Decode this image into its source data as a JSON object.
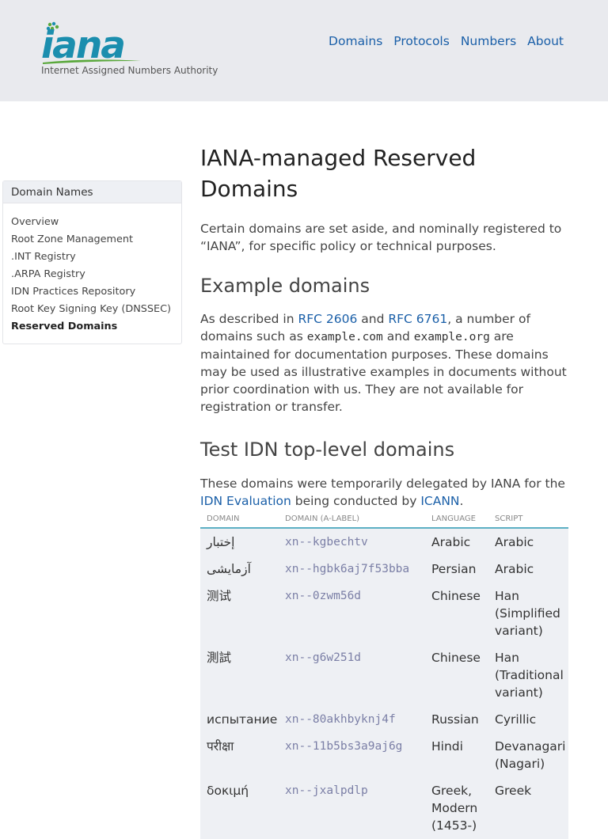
{
  "header": {
    "logo_word": "iana",
    "logo_subtitle": "Internet Assigned Numbers Authority",
    "nav": [
      "Domains",
      "Protocols",
      "Numbers",
      "About"
    ]
  },
  "sidebar": {
    "heading": "Domain Names",
    "items": [
      {
        "label": "Overview",
        "active": false
      },
      {
        "label": "Root Zone Management",
        "active": false
      },
      {
        "label": ".INT Registry",
        "active": false
      },
      {
        "label": ".ARPA Registry",
        "active": false
      },
      {
        "label": "IDN Practices Repository",
        "active": false
      },
      {
        "label": "Root Key Signing Key (DNSSEC)",
        "active": false
      },
      {
        "label": "Reserved Domains",
        "active": true
      }
    ]
  },
  "main": {
    "title": "IANA-managed Reserved Domains",
    "lede": "Certain domains are set aside, and nominally registered to “IANA”, for specific policy or technical purposes.",
    "example": {
      "heading": "Example domains",
      "t1": "As described in ",
      "rfc1": "RFC 2606",
      "t2": " and ",
      "rfc2": "RFC 6761",
      "t3": ", a number of domains such as ",
      "code1": "example.com",
      "t4": " and ",
      "code2": "example.org",
      "t5": " are maintained for documentation purposes. These domains may be used as illustrative examples in documents without prior coordination with us. They are not available for registration or transfer."
    },
    "idn": {
      "heading": "Test IDN top-level domains",
      "t1": "These domains were temporarily delegated by IANA for the ",
      "link1": "IDN Evaluation",
      "t2": " being conducted by ",
      "link2": "ICANN",
      "t3": "."
    }
  },
  "table": {
    "headers": [
      "Domain",
      "Domain (A-label)",
      "Language",
      "Script"
    ],
    "rows": [
      [
        "إختبار",
        "xn--kgbechtv",
        "Arabic",
        "Arabic"
      ],
      [
        "آزمایشی",
        "xn--hgbk6aj7f53bba",
        "Persian",
        "Arabic"
      ],
      [
        "测试",
        "xn--0zwm56d",
        "Chinese",
        "Han (Simplified variant)"
      ],
      [
        "測試",
        "xn--g6w251d",
        "Chinese",
        "Han (Traditional variant)"
      ],
      [
        "испытание",
        "xn--80akhbyknj4f",
        "Russian",
        "Cyrillic"
      ],
      [
        "परीक्षा",
        "xn--11b5bs3a9aj6g",
        "Hindi",
        "Devanagari (Nagari)"
      ],
      [
        "δοκιμή",
        "xn--jxalpdlp",
        "Greek, Modern (1453-)",
        "Greek"
      ]
    ]
  },
  "colors": {
    "header_bg": "#e9eaee",
    "link": "#1a5fa8",
    "table_rule": "#5cb0c4",
    "logo_blue": "#1b8eae",
    "logo_green": "#5aa83c"
  }
}
